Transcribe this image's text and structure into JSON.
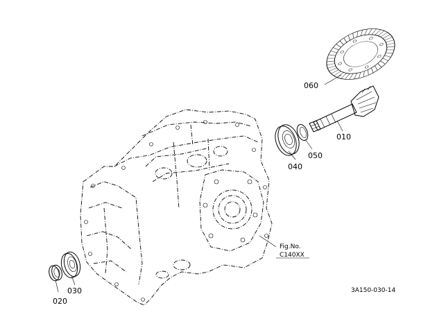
{
  "diagram": {
    "part_labels": {
      "p010": "010",
      "p020": "020",
      "p030": "030",
      "p040": "040",
      "p050": "050",
      "p060": "060"
    },
    "figure_ref": {
      "line1": "Fig.No.",
      "line2": "C140XX"
    },
    "drawing_code": "3A150-030-14"
  }
}
